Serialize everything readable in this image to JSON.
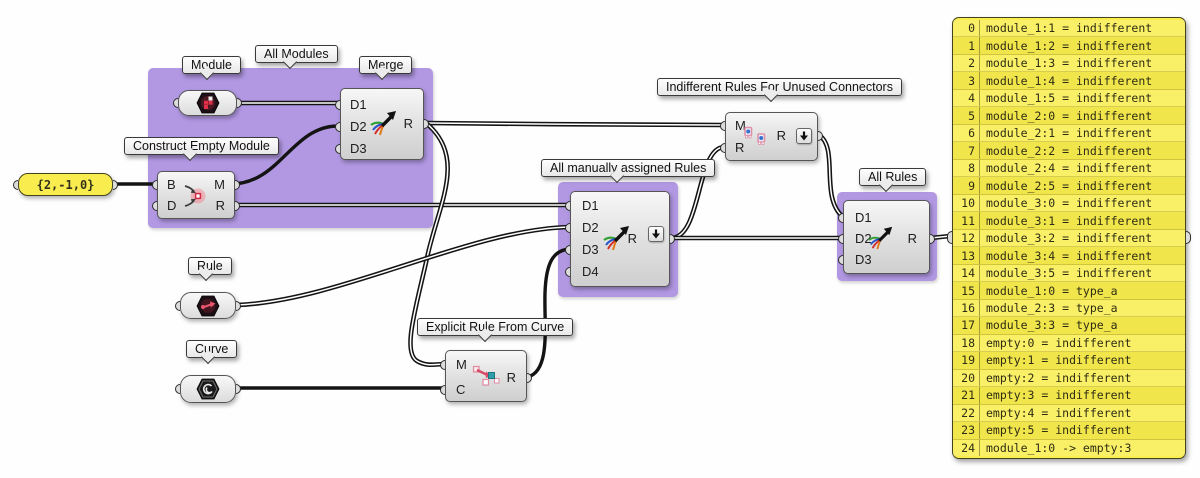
{
  "app": {
    "title": "Grasshopper canvas - WFC modules and rules definition"
  },
  "colors": {
    "group_purple": "#B298E3",
    "panel_yellow": "#FAEE4F",
    "component_gray": "#E4E4E4",
    "wire_black": "#141414"
  },
  "icons": {
    "module_param": "module-hexagon-icon",
    "rule_param": "rule-hexagon-icon",
    "curve_param": "curve-hexagon-icon",
    "merge": "merge-feather-arrow-icon",
    "construct": "construct-target-square-icon",
    "explicit_rule": "rule-from-curve-squares-icon",
    "indifferent_rules": "module-pair-icon",
    "flatten_button": "down-arrow-icon"
  },
  "balloons": {
    "module": "Module",
    "all_modules": "All Modules",
    "merge": "Merge",
    "construct_empty_module": "Construct Empty Module",
    "rule": "Rule",
    "curve": "Curve",
    "explicit_rule_from_curve": "Explicit Rule From Curve",
    "all_manually_assigned_rules": "All manually assigned Rules",
    "indifferent_rules": "Indifferent Rules For Unused Connectors",
    "all_rules": "All Rules"
  },
  "value_panel": {
    "text": "{2,-1,0}"
  },
  "components": {
    "merge_modules": {
      "inputs": [
        "D1",
        "D2",
        "D3"
      ],
      "output": "R"
    },
    "construct": {
      "inputs": [
        "B",
        "D"
      ],
      "outputs": [
        "M",
        "R"
      ]
    },
    "explicit": {
      "inputs": [
        "M",
        "C"
      ],
      "output": "R"
    },
    "manual_merge": {
      "inputs": [
        "D1",
        "D2",
        "D3",
        "D4"
      ],
      "output": "R"
    },
    "indifferent": {
      "inputs": [
        "M",
        "R"
      ],
      "output": "R"
    },
    "all_rules_merge": {
      "inputs": [
        "D1",
        "D2",
        "D3"
      ],
      "output": "R"
    }
  },
  "output_panel": {
    "lines": [
      {
        "n": "0",
        "text": "module_1:1 = indifferent"
      },
      {
        "n": "1",
        "text": "module_1:2 = indifferent"
      },
      {
        "n": "2",
        "text": "module_1:3 = indifferent"
      },
      {
        "n": "3",
        "text": "module_1:4 = indifferent"
      },
      {
        "n": "4",
        "text": "module_1:5 = indifferent"
      },
      {
        "n": "5",
        "text": "module_2:0 = indifferent"
      },
      {
        "n": "6",
        "text": "module_2:1 = indifferent"
      },
      {
        "n": "7",
        "text": "module_2:2 = indifferent"
      },
      {
        "n": "8",
        "text": "module_2:4 = indifferent"
      },
      {
        "n": "9",
        "text": "module_2:5 = indifferent"
      },
      {
        "n": "10",
        "text": "module_3:0 = indifferent"
      },
      {
        "n": "11",
        "text": "module_3:1 = indifferent"
      },
      {
        "n": "12",
        "text": "module_3:2 = indifferent"
      },
      {
        "n": "13",
        "text": "module_3:4 = indifferent"
      },
      {
        "n": "14",
        "text": "module_3:5 = indifferent"
      },
      {
        "n": "15",
        "text": "module_1:0 = type_a"
      },
      {
        "n": "16",
        "text": "module_2:3 = type_a"
      },
      {
        "n": "17",
        "text": "module_3:3 = type_a"
      },
      {
        "n": "18",
        "text": "empty:0 = indifferent"
      },
      {
        "n": "19",
        "text": "empty:1 = indifferent"
      },
      {
        "n": "20",
        "text": "empty:2 = indifferent"
      },
      {
        "n": "21",
        "text": "empty:3 = indifferent"
      },
      {
        "n": "22",
        "text": "empty:4 = indifferent"
      },
      {
        "n": "23",
        "text": "empty:5 = indifferent"
      },
      {
        "n": "24",
        "text": "module_1:0 -> empty:3"
      }
    ]
  }
}
